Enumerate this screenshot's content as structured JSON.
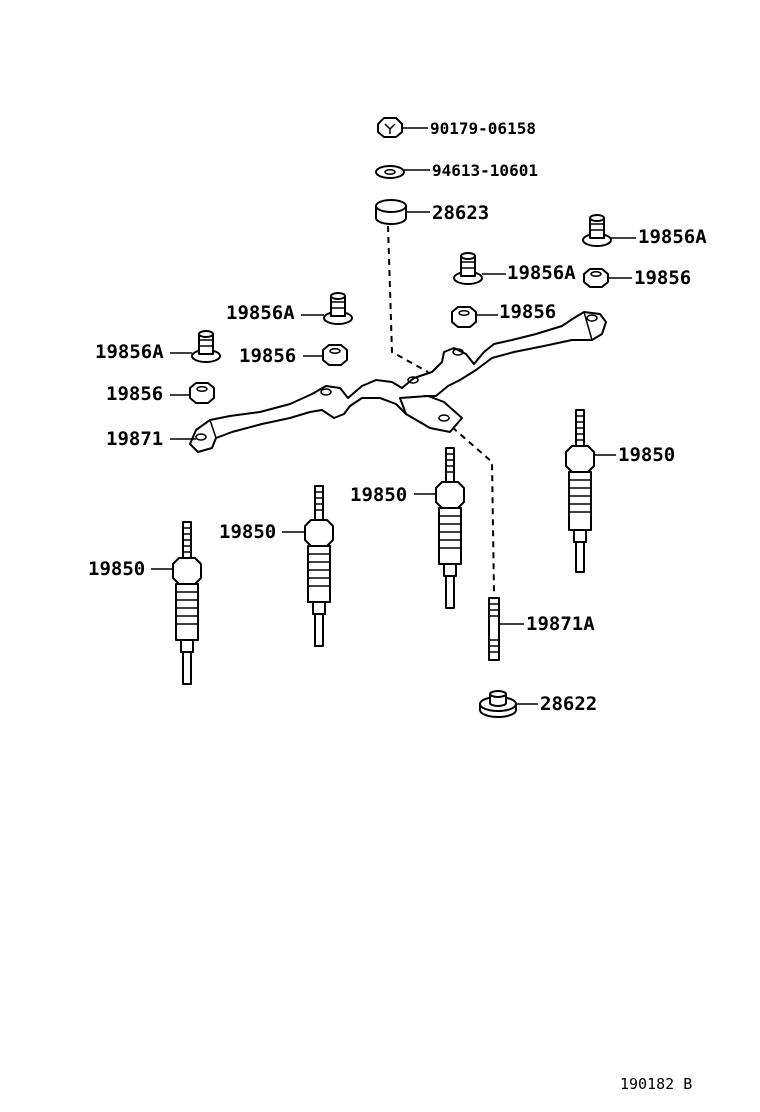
{
  "diagram": {
    "callouts": {
      "bolt_90179": "90179-06158",
      "washer_94613": "94613-10601",
      "insulator_28623": "28623",
      "nut_19856A_right": "19856A",
      "nut_19856A_center": "19856A",
      "nut_19856_right": "19856",
      "nut_19856_center": "19856",
      "nut_19856A_midleft": "19856A",
      "nut_19856A_left": "19856A",
      "nut_19856_midleft": "19856",
      "nut_19856_left": "19856",
      "plate_19871": "19871",
      "plug_19850_right": "19850",
      "plug_19850_center": "19850",
      "plug_19850_midleft": "19850",
      "plug_19850_left": "19850",
      "stud_19871A": "19871A",
      "insulator_28622": "28622"
    },
    "illustration_code": "190182 B"
  }
}
